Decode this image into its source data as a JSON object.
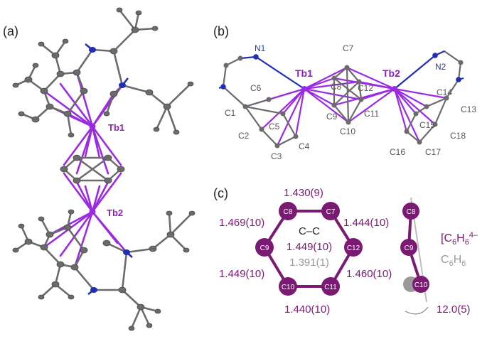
{
  "panels": {
    "a": {
      "label": "(a)",
      "atoms": {
        "tb1": "Tb1",
        "tb2": "Tb2"
      }
    },
    "b": {
      "label": "(b)",
      "atoms": {
        "n1": "N1",
        "n2": "N2",
        "tb1": "Tb1",
        "tb2": "Tb2",
        "c1": "C1",
        "c2": "C2",
        "c3": "C3",
        "c4": "C4",
        "c5": "C5",
        "c6": "C6",
        "c7": "C7",
        "c8": "C8",
        "c9": "C9",
        "c10": "C10",
        "c11": "C11",
        "c12": "C12",
        "c13": "C13",
        "c14": "C14",
        "c15": "C15",
        "c16": "C16",
        "c17": "C17",
        "c18": "C18"
      }
    },
    "c": {
      "label": "(c)",
      "ring_atoms": [
        "C8",
        "C7",
        "C12",
        "C11",
        "C10",
        "C9"
      ],
      "bond_lengths": {
        "c8_c7": "1.430(9)",
        "c7_c12": "1.444(10)",
        "c12_c11": "1.460(10)",
        "c11_c10": "1.440(10)",
        "c10_c9": "1.449(10)",
        "c9_c8": "1.469(10)"
      },
      "center_title": "C–C",
      "center_value_anion": "1.449(10)",
      "center_value_benzene": "1.391(1)",
      "side_atoms": [
        "C8",
        "C9",
        "C10"
      ],
      "legend_anion": "[C6H6]4–",
      "legend_neutral": "C6H6",
      "angle": "12.0(5)"
    }
  },
  "colors": {
    "terbium": "#9a2be2",
    "nitrogen": "#1f2fb5",
    "carbon": "#6b6b6b",
    "ring": "#7a1a72",
    "label_tb": "#8b1fc2",
    "label_n": "#2a3aa8",
    "label_text": "#555555",
    "benzene_gray": "#9a9a9a"
  }
}
